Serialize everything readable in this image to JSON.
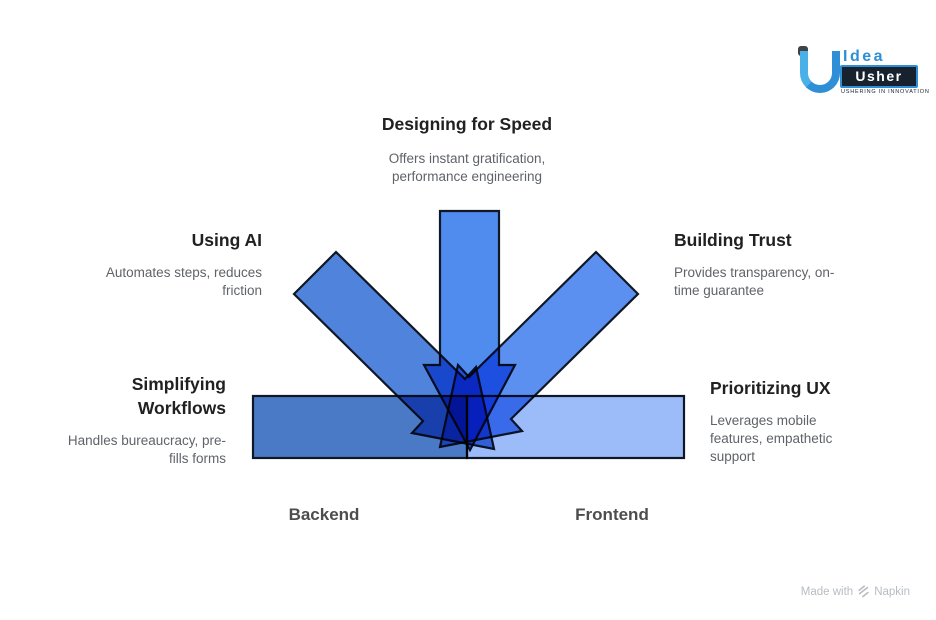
{
  "logo": {
    "brand_top": "Idea",
    "brand_bottom": "Usher",
    "tagline": "USHERING IN INNOVATION"
  },
  "footer": {
    "made_with": "Made with",
    "brand": "Napkin"
  },
  "diagram": {
    "type": "converging-arrows",
    "colors": {
      "designing_for_speed": "#508BEE",
      "using_ai": "#5083DC",
      "building_trust": "#5C90F0",
      "simplifying_workflows": "#4A7AC6",
      "prioritizing_ux": "#9BBCF8",
      "outline": "#101826"
    },
    "nodes": {
      "designing_for_speed": {
        "title": "Designing for Speed",
        "desc": "Offers instant gratification,\nperformance engineering"
      },
      "using_ai": {
        "title": "Using AI",
        "desc": "Automates steps, reduces\nfriction"
      },
      "building_trust": {
        "title": "Building Trust",
        "desc": "Provides transparency, on-\ntime guarantee"
      },
      "simplifying_workflows": {
        "title": "Simplifying\nWorkflows",
        "desc": "Handles bureaucracy, pre-\nfills forms"
      },
      "prioritizing_ux": {
        "title": "Prioritizing UX",
        "desc": "Leverages mobile\nfeatures, empathetic\nsupport"
      }
    },
    "axis_labels": {
      "left": "Backend",
      "right": "Frontend"
    }
  }
}
